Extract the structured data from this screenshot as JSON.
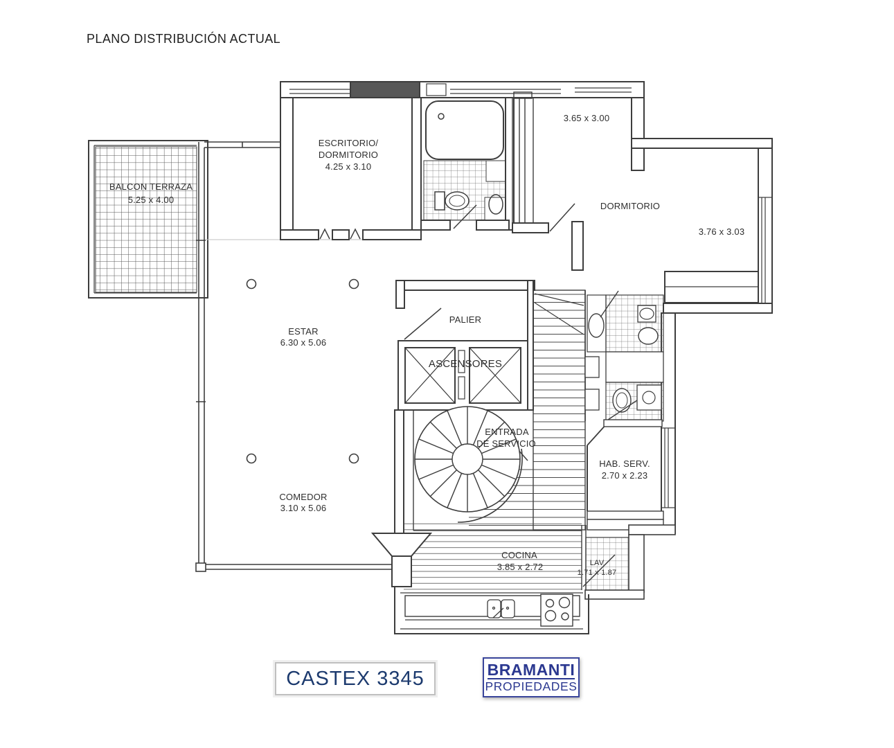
{
  "title": "PLANO DISTRIBUCIÓN ACTUAL",
  "colors": {
    "line": "#3d3d3d",
    "wall_fill": "#575757",
    "address_navy": "#1c3a6e",
    "brand_navy": "#2b3890"
  },
  "rooms": {
    "balcon": {
      "name": "BALCON TERRAZA",
      "dim": "5.25 x 4.00"
    },
    "escritorio": {
      "name_line1": "ESCRITORIO/",
      "name_line2": "DORMITORIO",
      "dim": "4.25 x 3.10"
    },
    "dorm_top": {
      "dim": "3.65 x 3.00"
    },
    "dormitorio": {
      "name": "DORMITORIO",
      "dim": "3.76 x 3.03"
    },
    "estar": {
      "name": "ESTAR",
      "dim": "6.30 x 5.06"
    },
    "palier": {
      "name": "PALIER"
    },
    "ascensores": {
      "name": "ASCENSORES"
    },
    "entrada_servicio": {
      "line1": "ENTRADA",
      "line2": "DE SERVICIO"
    },
    "hab_serv": {
      "name": "HAB. SERV.",
      "dim": "2.70 x 2.23"
    },
    "comedor": {
      "name": "COMEDOR",
      "dim": "3.10 x 5.06"
    },
    "cocina": {
      "name": "COCINA",
      "dim": "3.85 x 2.72"
    },
    "lav": {
      "name": "LAV",
      "dim": "1.71 x 1.87"
    }
  },
  "footer": {
    "address": "CASTEX 3345",
    "brand_name": "BRAMANTI",
    "brand_sub": "PROPIEDADES"
  }
}
